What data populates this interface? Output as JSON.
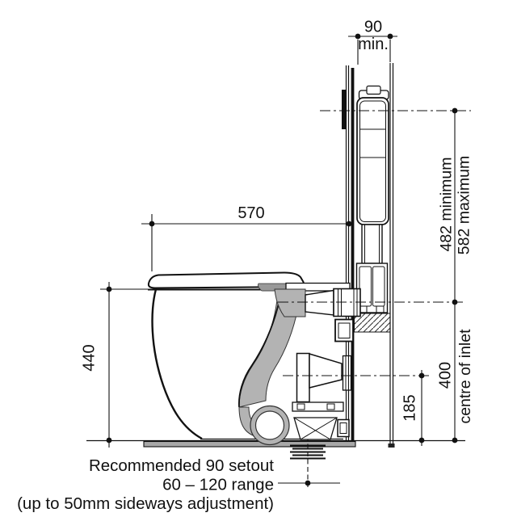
{
  "diagram": {
    "title": "Toilet suite installation side-section with concealed cistern",
    "dimensions": {
      "cavity_width": "90",
      "cavity_qualifier": "min.",
      "pan_projection": "570",
      "pan_height": "440",
      "button_min": "482 minimum",
      "button_max": "582 maximum",
      "inlet_height": "400",
      "inlet_label": "centre of inlet",
      "outlet_height": "185"
    },
    "notes": {
      "line1": "Recommended 90 setout",
      "line2": "60 – 120 range",
      "line3": "(up to 50mm sideways adjustment)"
    },
    "colors": {
      "line": "#111111",
      "shade_gray": "#b3b3b3",
      "plate_gray": "#a8a8a8"
    }
  }
}
